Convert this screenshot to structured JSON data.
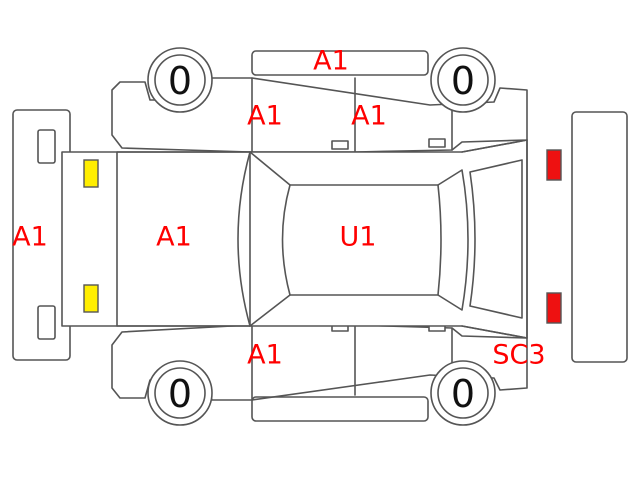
{
  "colors": {
    "label": "#ff0000",
    "yellow_light": "#ffee00",
    "red_light": "#ee1111",
    "outline": "#555555"
  },
  "wheels": {
    "front_left": "0",
    "rear_left": "0",
    "front_right": "0",
    "rear_right": "0"
  },
  "labels": {
    "roof_top_panel": "A1",
    "rear_door_upper": "A1",
    "front_door_upper": "A1",
    "front_bumper": "A1",
    "hood": "A1",
    "roof": "U1",
    "rear_door_lower": "A1",
    "rear_quarter_lower": "SC3"
  }
}
